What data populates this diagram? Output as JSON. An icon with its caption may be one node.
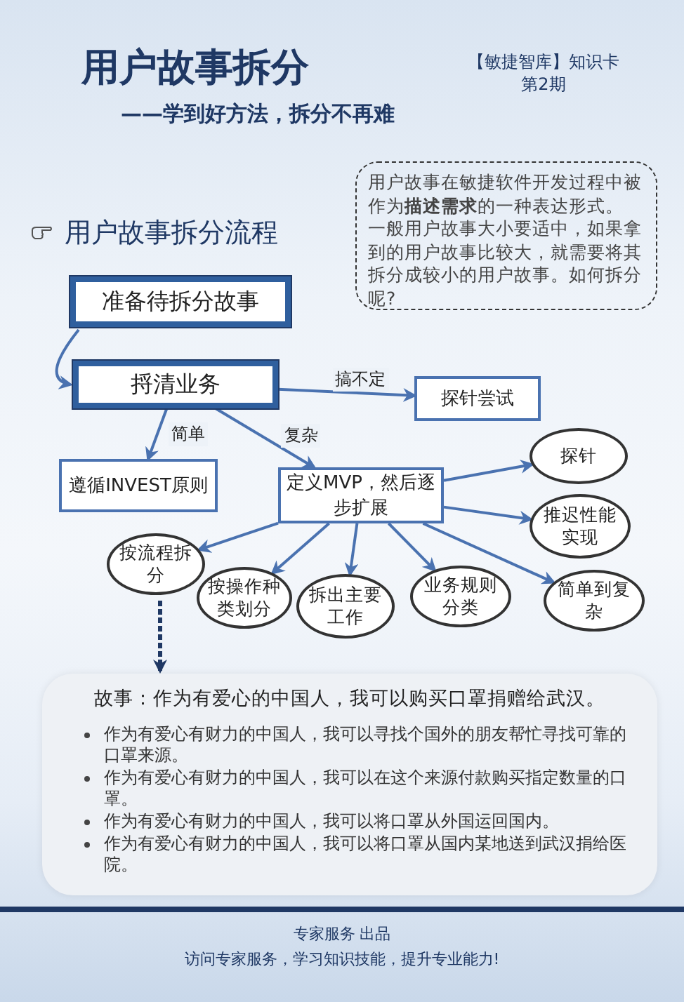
{
  "diagram": {
    "title": "用户故事拆分",
    "nodes": [
      {
        "text": [
          "用户故事在敏捷软件开发过程中被作为**描述需求**的一种表达形式。",
          "一般用户故事大小要适中，如果拿到的用户故事比较大，就需要将其拆分成较小的用户故事。如何拆分呢?"
        ]
      },
      {
        "text": [
          "准备待拆分故事"
        ]
      },
      {
        "text": [
          "捋清业务"
        ]
      },
      {
        "text": [
          "探针尝试"
        ]
      },
      {
        "text": [
          "遵循INVEST原则"
        ]
      },
      {
        "text": [
          "定义MVP，然后逐步扩展"
        ]
      },
      {
        "text": [
          "探针"
        ]
      },
      {
        "text": [
          "推迟性能实现"
        ]
      },
      {
        "text": [
          "按流程拆分"
        ]
      },
      {
        "text": [
          "按操作种类划分"
        ]
      },
      {
        "text": [
          "拆出主要工作"
        ]
      },
      {
        "text": [
          "业务规则分类"
        ]
      },
      {
        "text": [
          "简单到复杂"
        ]
      },
      {
        "text": [
          "故事：作为有爱心的中国人，我可以购买口罩捐赠给武汉。",
          "作为有爱心有财力的中国人，我可以寻找个国外的朋友帮忙寻找可靠的口罩来源。",
          "作为有爱心有财力的中国人，我可以在这个来源付款购买指定数量的口罩。",
          "作为有爱心有财力的中国人，我可以将口罩从外国运回国内。",
          "作为有爱心有财力的中国人，我可以将口罩从国内某地送到武汉捐给医院。"
        ]
      }
    ],
    "edges": [
      {
        "from": 1,
        "to": 2,
        "arrow": "to"
      },
      {
        "from": 2,
        "to": 3,
        "arrow": "to",
        "label": "搞不定"
      },
      {
        "from": 2,
        "to": 4,
        "arrow": "to",
        "label": "简单"
      },
      {
        "from": 2,
        "to": 5,
        "arrow": "to",
        "label": "复杂"
      },
      {
        "from": 5,
        "to": 6,
        "arrow": "to"
      },
      {
        "from": 5,
        "to": 7,
        "arrow": "to"
      },
      {
        "from": 5,
        "to": 8,
        "arrow": "to"
      },
      {
        "from": 5,
        "to": 9,
        "arrow": "to"
      },
      {
        "from": 5,
        "to": 10,
        "arrow": "to"
      },
      {
        "from": 5,
        "to": 11,
        "arrow": "to"
      },
      {
        "from": 5,
        "to": 12,
        "arrow": "to"
      },
      {
        "from": 8,
        "to": 13,
        "arrow": "to",
        "style": "dashed",
        "color": "#1f3864"
      }
    ],
    "labels": [
      "——学到好方法，拆分不再难",
      "【敏捷智库】知识卡",
      "第2期",
      "用户故事拆分流程",
      "专家服务 出品",
      "访问专家服务，学习知识技能，提升专业能力!"
    ]
  }
}
